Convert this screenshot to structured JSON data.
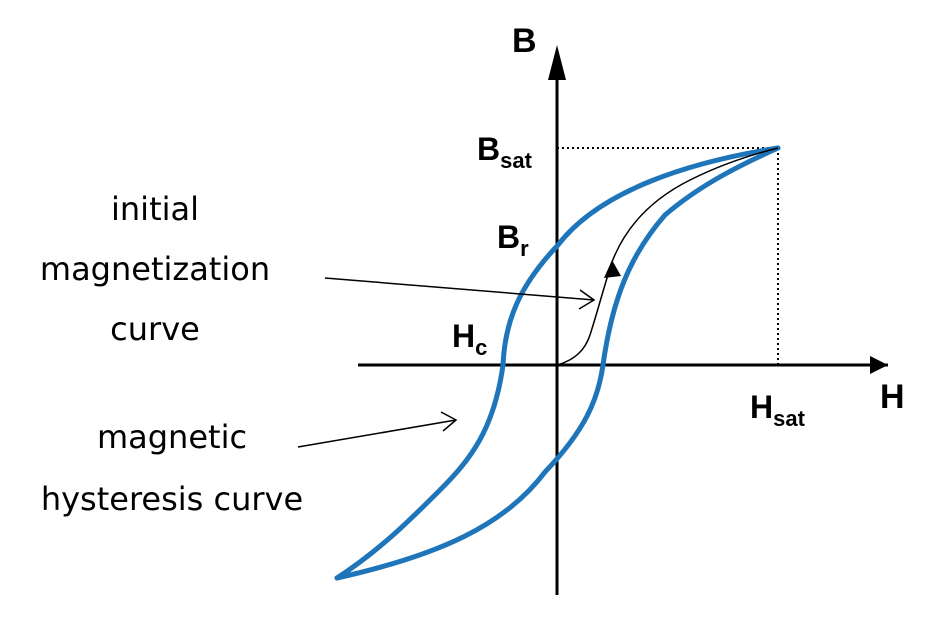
{
  "axes": {
    "x_label": "H",
    "y_label": "B"
  },
  "points": {
    "b_sat": {
      "main": "B",
      "sub": "sat"
    },
    "b_r": {
      "main": "B",
      "sub": "r"
    },
    "h_c": {
      "main": "H",
      "sub": "c"
    },
    "h_sat": {
      "main": "H",
      "sub": "sat"
    }
  },
  "annotations": {
    "initial_curve": [
      "initial",
      "magnetization",
      "curve"
    ],
    "hysteresis_curve": [
      "magnetic",
      "hysteresis curve"
    ]
  },
  "colors": {
    "hysteresis_loop": "#1f75b9",
    "initial_curve": "#000000",
    "axes": "#000000"
  }
}
